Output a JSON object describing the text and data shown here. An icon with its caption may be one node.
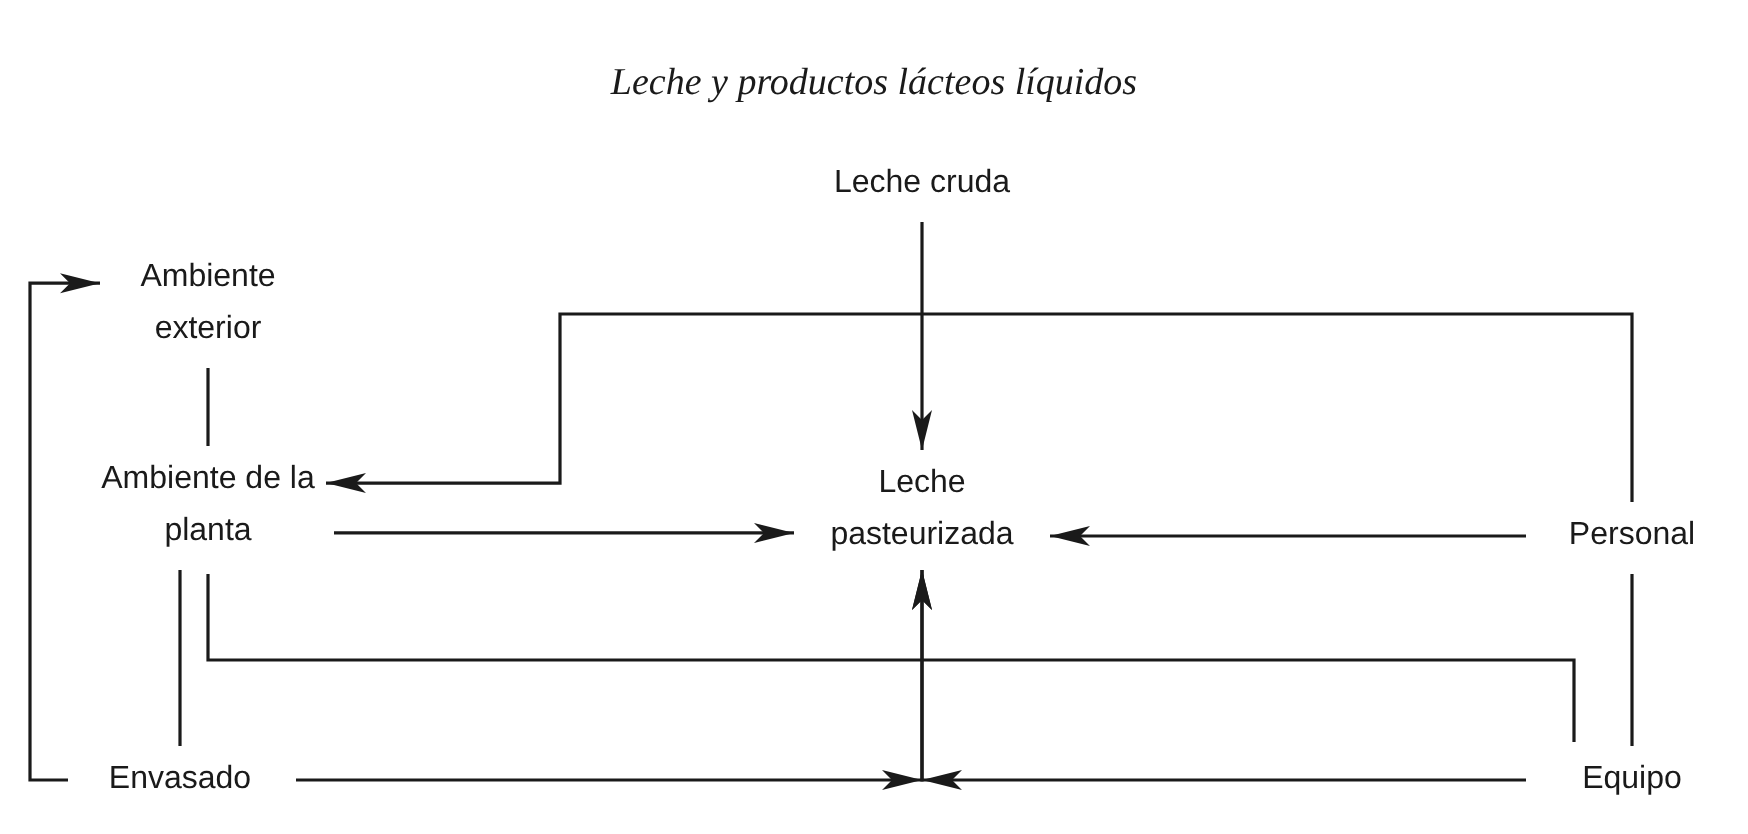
{
  "diagram": {
    "title": "Leche y productos lácteos líquidos",
    "nodes": [
      {
        "text": [
          "Leche cruda"
        ]
      },
      {
        "text": [
          "Ambiente exterior"
        ]
      },
      {
        "text": [
          "Ambiente de la planta"
        ]
      },
      {
        "text": [
          "Leche pasteurizada"
        ]
      },
      {
        "text": [
          "Personal"
        ]
      },
      {
        "text": [
          "Envasado"
        ]
      },
      {
        "text": [
          "Equipo"
        ]
      }
    ],
    "edges": [
      {
        "from": 0,
        "to": 3,
        "arrow": "to"
      },
      {
        "from": 1,
        "to": 2,
        "arrow": "none"
      },
      {
        "from": 4,
        "to": 2,
        "arrow": "to"
      },
      {
        "from": 2,
        "to": 3,
        "arrow": "to"
      },
      {
        "from": 4,
        "to": 3,
        "arrow": "to"
      },
      {
        "from": 4,
        "to": 6,
        "arrow": "none"
      },
      {
        "from": 5,
        "to": 1,
        "arrow": "to"
      },
      {
        "from": 2,
        "to": 5,
        "arrow": "none"
      },
      {
        "from": 2,
        "to": 6,
        "arrow": "none"
      },
      {
        "from": 5,
        "to": 3,
        "arrow": "to"
      },
      {
        "from": 6,
        "to": 3,
        "arrow": "to"
      }
    ]
  }
}
